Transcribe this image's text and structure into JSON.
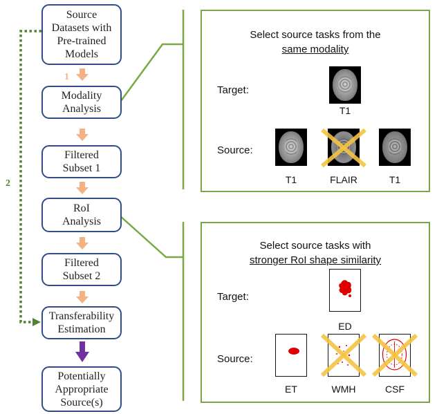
{
  "flow": {
    "source_datasets": "Source\nDatasets with\nPre-trained\nModels",
    "step1_number": "1",
    "modality_analysis": "Modality\nAnalysis",
    "filtered_subset_1": "Filtered\nSubset 1",
    "roi_analysis": "RoI\nAnalysis",
    "filtered_subset_2": "Filtered\nSubset 2",
    "transferability": "Transferability\nEstimation",
    "potential_sources": "Potentially\nAppropriate\nSource(s)",
    "step2_number": "2"
  },
  "modality_panel": {
    "title_line1": "Select source tasks from the",
    "title_line2": "same modality",
    "target_label": "Target:",
    "source_label": "Source:",
    "target_caption": "T1",
    "source_captions": [
      "T1",
      "FLAIR",
      "T1"
    ]
  },
  "roi_panel": {
    "title_line1": "Select source tasks with",
    "title_line2": "stronger RoI shape similarity",
    "target_label": "Target:",
    "source_label": "Source:",
    "target_caption": "ED",
    "source_captions": [
      "ET",
      "WMH",
      "CSF"
    ]
  },
  "colors": {
    "box_border": "#2f4b8a",
    "panel_border": "#77a844",
    "arrow_orange": "#f4b183",
    "arrow_purple": "#7030a0",
    "dotted_green": "#548235",
    "cross_yellow": "#f5c242",
    "roi_red": "#e00000"
  }
}
